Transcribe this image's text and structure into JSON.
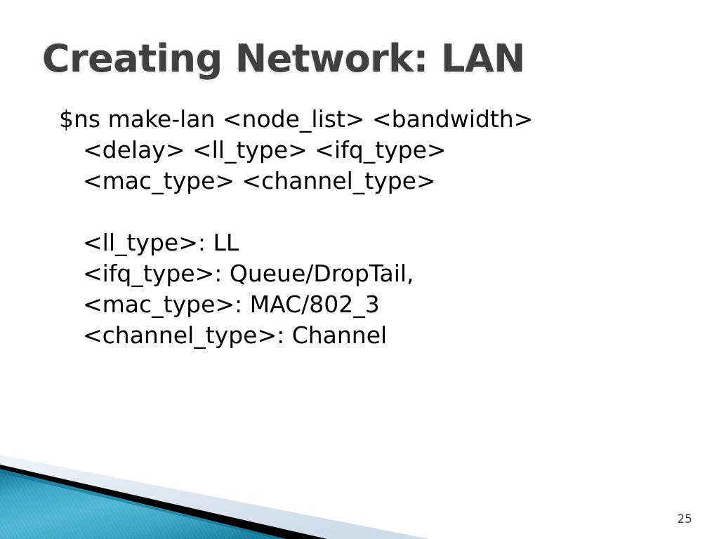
{
  "slide": {
    "title": "Creating Network: LAN",
    "page_number": "25",
    "background_color": "#ffffff",
    "title_color": "#404040",
    "body_color": "#000000"
  },
  "body": {
    "signature": {
      "segments": [
        "$ns make-lan <node_list> <bandwidth>",
        "<delay> <ll_type> <ifq_type>",
        "<mac_type> <channel_type>"
      ],
      "full_text": "$ns make-lan <node_list> <bandwidth> <delay> <ll_type> <ifq_type> <mac_type> <channel_type>"
    },
    "definitions": [
      "<ll_type>: LL",
      "<ifq_type>: Queue/DropTail,",
      "<mac_type>: MAC/802_3",
      "<channel_type>: Channel"
    ]
  },
  "decoration": {
    "name": "corner-ribbon",
    "teal_light": "#4fb4d3",
    "teal_mid": "#2e9ec0",
    "teal_dark": "#16789c",
    "black_band": "#000000",
    "pale_band": "#dfe8f1"
  }
}
